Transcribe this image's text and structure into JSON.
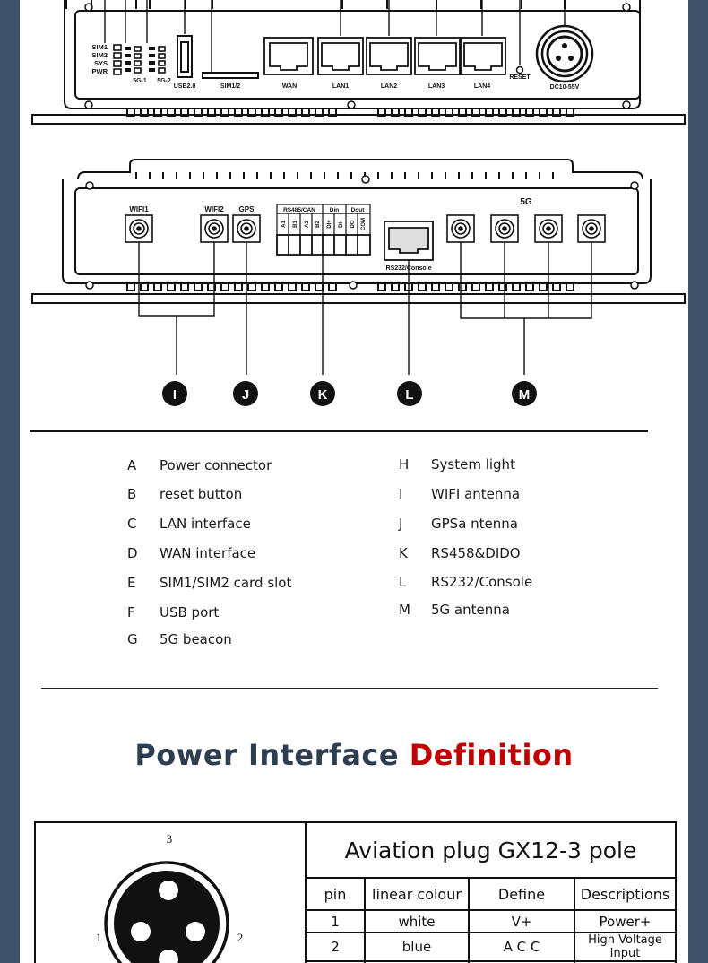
{
  "front_panel": {
    "led_labels": [
      "SIM1",
      "SIM2",
      "SYS",
      "PWR"
    ],
    "port_labels": {
      "g1": "5G-1",
      "g2": "5G-2",
      "usb": "USB2.0",
      "sim": "SIM1/2",
      "wan": "WAN",
      "lan1": "LAN1",
      "lan2": "LAN2",
      "lan3": "LAN3",
      "lan4": "LAN4",
      "reset": "RESET",
      "dc": "DC10-55V"
    }
  },
  "rear_panel": {
    "wifi1": "WIFI1",
    "wifi2": "WIFI2",
    "gps": "GPS",
    "terminal_groups": [
      "RS485/CAN",
      "Din",
      "Dout"
    ],
    "terminal_pins": [
      "A1",
      "B1",
      "A2",
      "B2",
      "DI+",
      "DI-",
      "DO",
      "COM"
    ],
    "console": "RS232/Console",
    "antenna_5g": "5G",
    "callouts": [
      "I",
      "J",
      "K",
      "L",
      "M"
    ]
  },
  "legend": [
    {
      "key": "A",
      "label": "Power connector"
    },
    {
      "key": "B",
      "label": "reset button"
    },
    {
      "key": "C",
      "label": "LAN interface"
    },
    {
      "key": "D",
      "label": "WAN interface"
    },
    {
      "key": "E",
      "label": "SIM1/SIM2 card slot"
    },
    {
      "key": "F",
      "label": "USB port"
    },
    {
      "key": "G",
      "label": "5G beacon"
    },
    {
      "key": "H",
      "label": "System light"
    },
    {
      "key": "I",
      "label": "WIFI antenna"
    },
    {
      "key": "J",
      "label": "GPSa ntenna"
    },
    {
      "key": "K",
      "label": "RS458&DIDO"
    },
    {
      "key": "L",
      "label": "RS232/Console"
    },
    {
      "key": "M",
      "label": "5G antenna"
    }
  ],
  "power_interface": {
    "title_a": "Power Interface ",
    "title_b": "Definition",
    "plug_pins": [
      "3",
      "1",
      "2"
    ],
    "table_title": "Aviation plug GX12-3 pole",
    "headers": [
      "pin",
      "linear colour",
      "Define",
      "Descriptions"
    ],
    "rows": [
      [
        "1",
        "white",
        "V+",
        "Power+"
      ],
      [
        "2",
        "blue",
        "A C C",
        "High Voltage Input"
      ]
    ]
  }
}
